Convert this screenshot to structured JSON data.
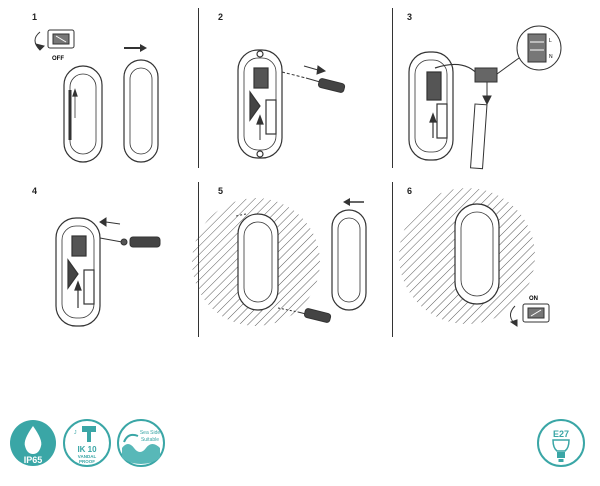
{
  "steps": [
    {
      "number": "1",
      "labels": {
        "switch": "OFF"
      }
    },
    {
      "number": "2",
      "labels": {}
    },
    {
      "number": "3",
      "labels": {
        "terminal": [
          "L",
          "",
          "N"
        ]
      }
    },
    {
      "number": "4",
      "labels": {}
    },
    {
      "number": "5",
      "labels": {}
    },
    {
      "number": "6",
      "labels": {
        "switch": "ON"
      }
    }
  ],
  "badges": {
    "ip": {
      "text": "IP65"
    },
    "ik": {
      "line1": "IK 10",
      "line2": "VANDAL",
      "line3": "PROOF",
      "impact": "J"
    },
    "sea": {
      "line1": "Sea Side",
      "line2": "Suitable"
    },
    "e27": {
      "text": "E27"
    }
  },
  "colors": {
    "line": "#333333",
    "badge_teal": "#3aa6a6",
    "badge_fill": "#58b8b8"
  }
}
